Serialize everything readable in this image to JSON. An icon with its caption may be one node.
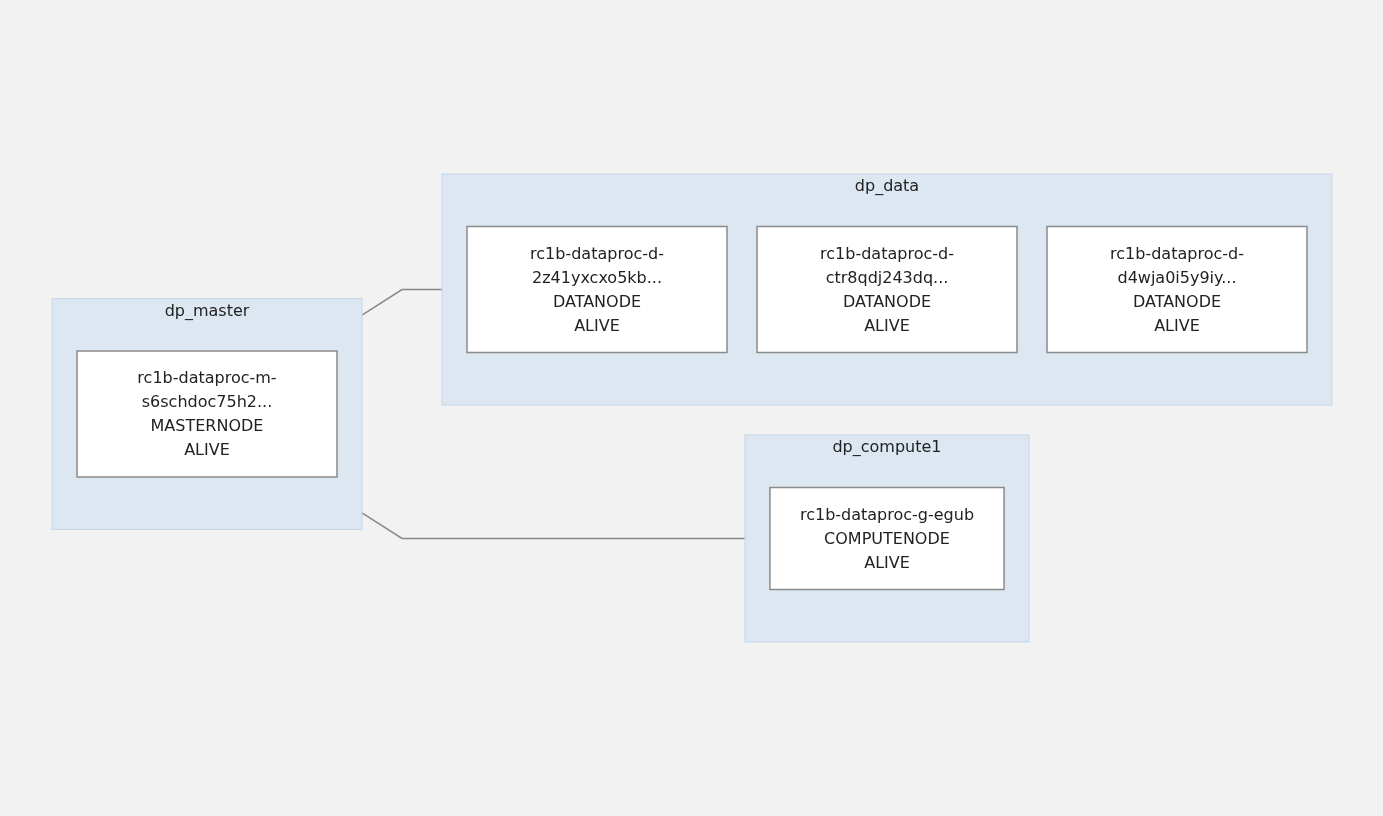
{
  "diagram": {
    "nodes": [
      {
        "text": [
          "dp_master"
        ]
      },
      {
        "text": [
          "rc1b-dataproc-m-s6schdoc75h2...",
          "MASTERNODE",
          "ALIVE"
        ],
        "in": 0
      },
      {
        "text": [
          "dp_data"
        ]
      },
      {
        "text": [
          "rc1b-dataproc-d-2z41yxcxo5kb...",
          "DATANODE",
          "ALIVE"
        ],
        "in": 2
      },
      {
        "text": [
          "rc1b-dataproc-d-ctr8qdj243dq...",
          "DATANODE",
          "ALIVE"
        ],
        "in": 2
      },
      {
        "text": [
          "rc1b-dataproc-d-d4wja0i5y9iy...",
          "DATANODE",
          "ALIVE"
        ],
        "in": 2
      },
      {
        "text": [
          "dp_compute1"
        ]
      },
      {
        "text": [
          "rc1b-dataproc-g-egub",
          "COMPUTENODE",
          "ALIVE"
        ],
        "in": 6
      }
    ],
    "edges": [
      {
        "from": 0,
        "to": 2,
        "arrow": "none"
      },
      {
        "from": 0,
        "to": 6,
        "arrow": "none"
      }
    ]
  }
}
